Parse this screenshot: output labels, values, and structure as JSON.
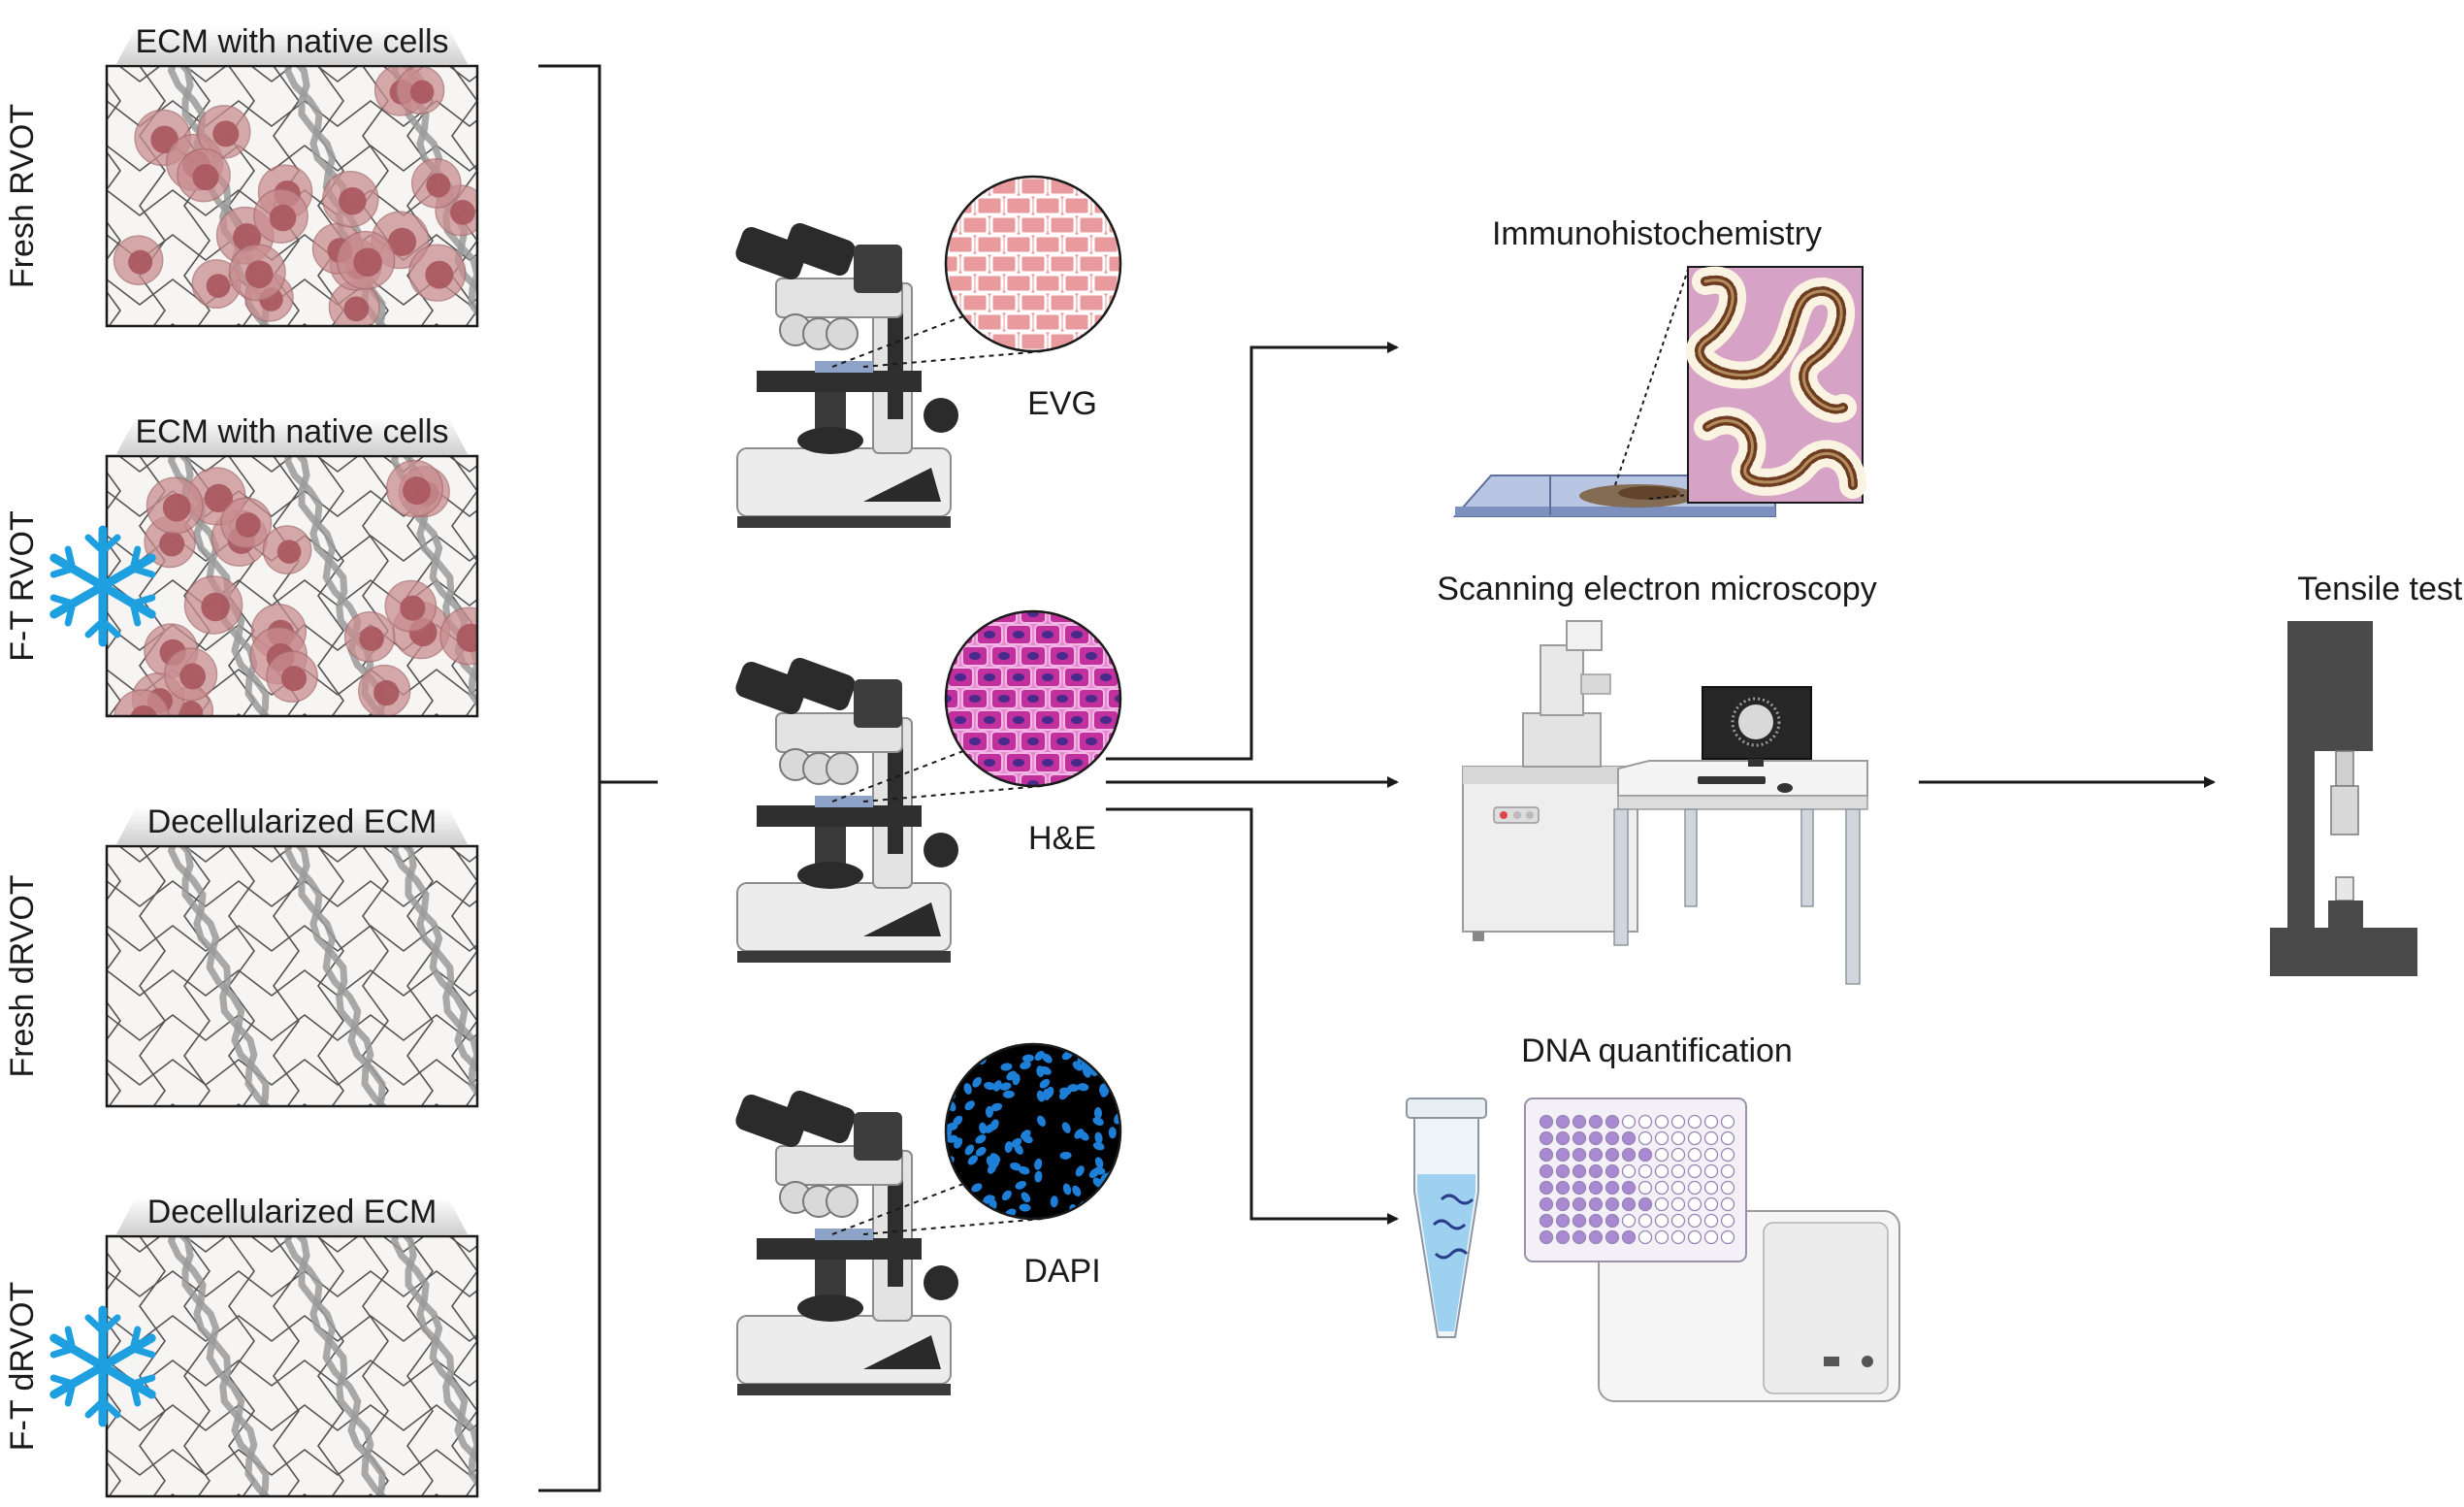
{
  "panels": [
    {
      "title": "ECM with native cells",
      "side_label": "Fresh RVOT"
    },
    {
      "title": "ECM with native cells",
      "side_label": "F-T RVOT"
    },
    {
      "title": "Decellularized ECM",
      "side_label": "Fresh dRVOT"
    },
    {
      "title": "Decellularized ECM",
      "side_label": "F-T dRVOT"
    }
  ],
  "stains": [
    "EVG",
    "H&E",
    "DAPI"
  ],
  "analyses": {
    "ihc": "Immunohistochemistry",
    "sem": "Scanning electron microscopy",
    "dna": "DNA quantification",
    "tensile": "Tensile testing"
  },
  "colors": {
    "cell": "#c98d8f",
    "cell_dark": "#a9575d",
    "fiber": "#9a9a9a",
    "ecm_bg": "#f7f5f3",
    "snowflake": "#1ea0e0",
    "evg": "#e99a9c",
    "he": "#c2309d",
    "dapi": "#1d7fd8",
    "arrow": "#1a1a1a"
  },
  "icons": [
    "microscope-icon",
    "snowflake-icon",
    "slide-icon",
    "sem-icon",
    "tube-icon",
    "plate-icon",
    "reader-icon",
    "tensile-icon"
  ]
}
